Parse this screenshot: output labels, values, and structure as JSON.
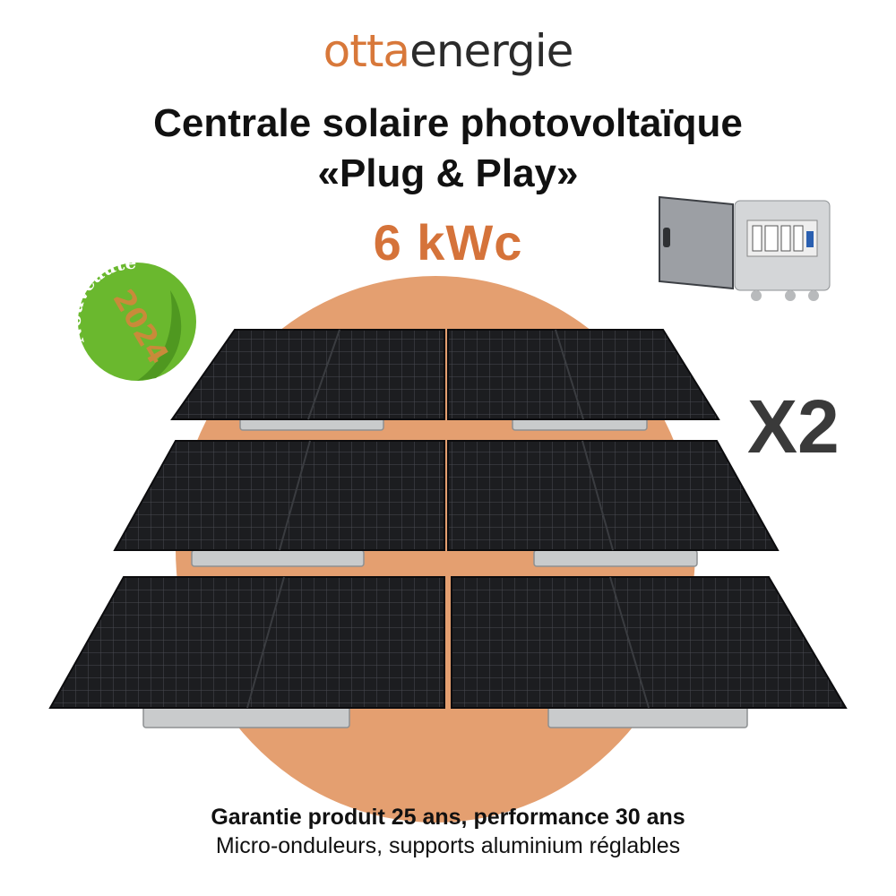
{
  "brand": {
    "part1": "otta",
    "part2": "energie"
  },
  "title_line1": "Centrale solaire photovoltaïque",
  "title_line2": "«Plug & Play»",
  "power": "6 kWc",
  "badge": {
    "word": "Nouveauté",
    "year": "2024"
  },
  "multiplier": "X2",
  "footer": {
    "line1": "Garantie produit 25 ans, performance 30 ans",
    "line2": "Micro-onduleurs, supports aluminium réglables"
  },
  "colors": {
    "accent": "#d5733a",
    "sun": "#e49f70",
    "badge_green": "#6ab82e",
    "panel": "#1c1d20"
  },
  "icons": [
    "electrical-box-image",
    "solar-panel-image",
    "new-2024-badge-icon"
  ]
}
